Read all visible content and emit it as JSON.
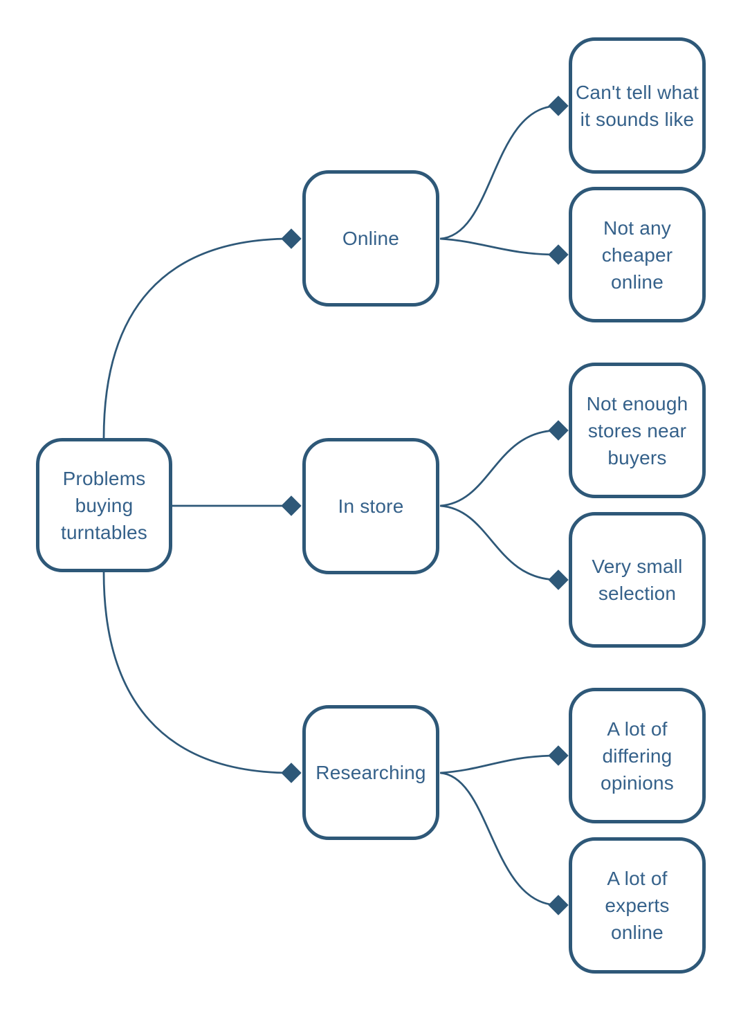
{
  "colors": {
    "node_border": "#2e5878",
    "node_fill": "#ffffff",
    "text": "#35618a",
    "connector": "#2e5878",
    "diamond": "#2e5878",
    "background": "#ffffff"
  },
  "nodes": {
    "root": {
      "label": "Problems\nbuying\nturntables"
    },
    "online": {
      "label": "Online"
    },
    "in_store": {
      "label": "In store"
    },
    "researching": {
      "label": "Researching"
    },
    "cant_tell": {
      "label": "Can't tell what\nit sounds like"
    },
    "not_cheaper": {
      "label": "Not any\ncheaper\nonline"
    },
    "not_enough_stores": {
      "label": "Not enough\nstores near\nbuyers"
    },
    "small_selection": {
      "label": "Very small\nselection"
    },
    "differing_opinions": {
      "label": "A lot of\ndiffering\nopinions"
    },
    "experts_online": {
      "label": "A lot of\nexperts\nonline"
    }
  },
  "edges": [
    {
      "from": "root",
      "to": "online"
    },
    {
      "from": "root",
      "to": "in_store"
    },
    {
      "from": "root",
      "to": "researching"
    },
    {
      "from": "online",
      "to": "cant_tell"
    },
    {
      "from": "online",
      "to": "not_cheaper"
    },
    {
      "from": "in_store",
      "to": "not_enough_stores"
    },
    {
      "from": "in_store",
      "to": "small_selection"
    },
    {
      "from": "researching",
      "to": "differing_opinions"
    },
    {
      "from": "researching",
      "to": "experts_online"
    }
  ]
}
